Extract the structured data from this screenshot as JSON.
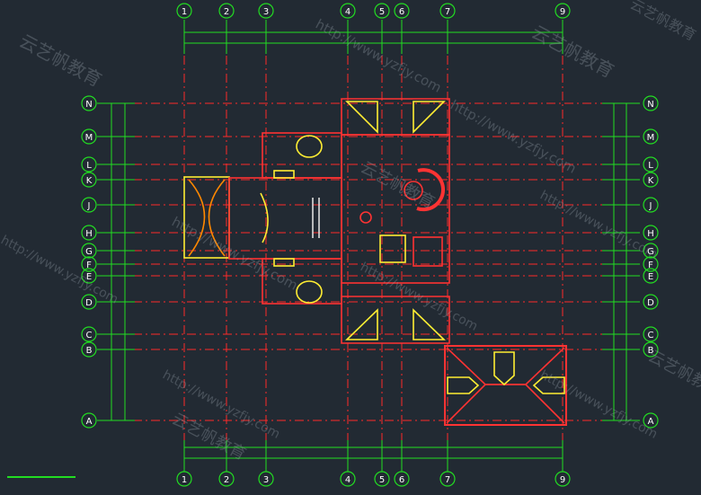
{
  "grid": {
    "columns": [
      "1",
      "2",
      "3",
      "4",
      "5",
      "6",
      "7",
      "9"
    ],
    "rows": [
      "N",
      "M",
      "L",
      "K",
      "J",
      "H",
      "G",
      "F",
      "E",
      "D",
      "C",
      "B",
      "A"
    ]
  },
  "watermark": {
    "url": "http://www.yzfjy.com",
    "brand": "云艺帆教育"
  },
  "colors": {
    "background": "#222a33",
    "grid_axis": "#ff2a2a",
    "dimension": "#22dd22",
    "wall": "#ff3333",
    "fixture": "#ffee33",
    "accent": "#ff8800"
  }
}
